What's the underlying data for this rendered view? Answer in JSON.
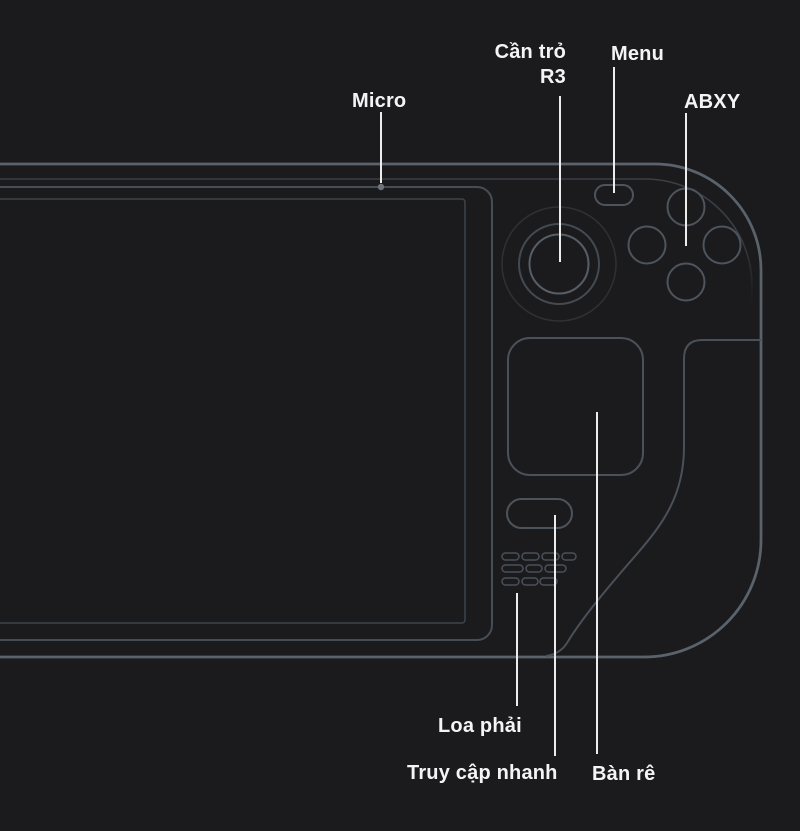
{
  "diagram": {
    "subject": "handheld-console-right-side",
    "colors": {
      "background": "#1b1b1d",
      "outline": "#4a5059",
      "outline_bright": "#5a626c",
      "outline_faint": "#2d3136",
      "outline_dim": "#3a3f46",
      "leader_line": "#ececec",
      "label_text": "#f4f4f5",
      "mic_dot": "#6d737c"
    },
    "labels": {
      "micro": "Micro",
      "thumbstick_line1": "Cần trỏ",
      "thumbstick_line2": "R3",
      "menu": "Menu",
      "abxy": "ABXY",
      "right_speaker": "Loa phải",
      "quick_access": "Truy cập nhanh",
      "trackpad": "Bàn rê"
    }
  }
}
